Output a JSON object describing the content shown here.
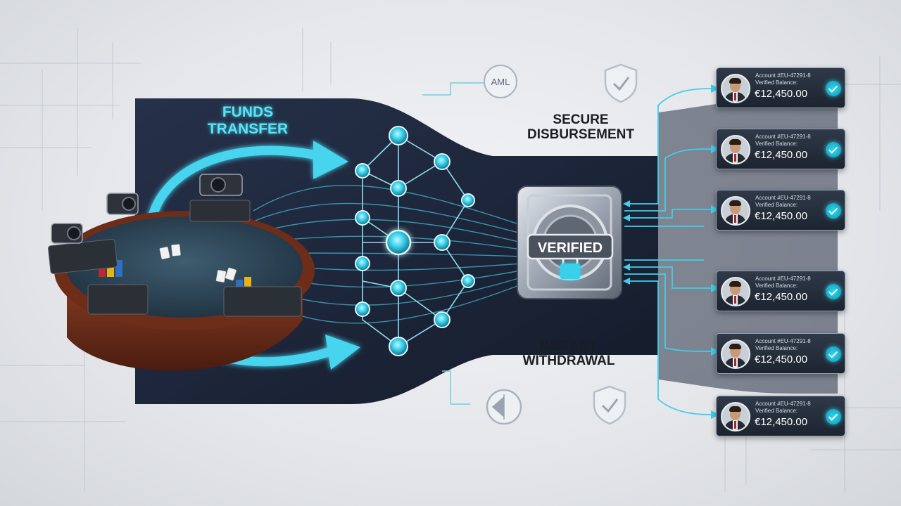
{
  "labels": {
    "funds_transfer": [
      "Funds",
      "Transfer"
    ],
    "secure_disbursement": [
      "Secure",
      "Disbursement"
    ],
    "instant_withdrawal": [
      "Instant",
      "Withdrawal"
    ],
    "aml_badge": "AML",
    "vault_badge": "VERIFIED"
  },
  "accounts": [
    {
      "id": "Account #EU-47291-8",
      "label": "Verified Balance:",
      "balance": "€12,450.00"
    },
    {
      "id": "Account #EU-47291-8",
      "label": "Verified Balance:",
      "balance": "€12,450.00"
    },
    {
      "id": "Account #EU-47291-8",
      "label": "Verified Balance:",
      "balance": "€12,450.00"
    },
    {
      "id": "Account #EU-47291-8",
      "label": "Verified Balance:",
      "balance": "€12,450.00"
    },
    {
      "id": "Account #EU-47291-8",
      "label": "Verified Balance:",
      "balance": "€12,450.00"
    },
    {
      "id": "Account #EU-47291-8",
      "label": "Verified Balance:",
      "balance": "€12,450.00"
    }
  ],
  "icons": [
    "aml-badge-icon",
    "shield-check-icon",
    "compliance-circle-icon",
    "padlock-icon",
    "check-icon",
    "surveillance-camera-icon",
    "network-node-icon"
  ],
  "colors": {
    "accent_cyan": "#2fd7ee",
    "panel_navy": "#1c2538",
    "card_dark": "#242c38",
    "background": "#e6e8ec",
    "text_dark": "#1a1d22"
  }
}
